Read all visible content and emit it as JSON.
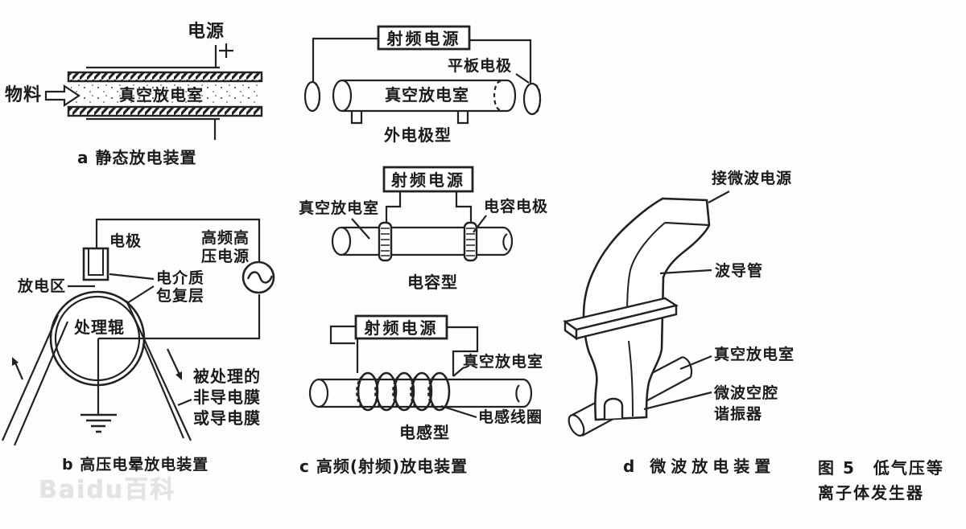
{
  "colors": {
    "ink": "#222222",
    "paper": "#fdfdfc",
    "watermark_gray": "#e3e3e3"
  },
  "watermark": "Baidu百科",
  "figure_caption": "图 5　低气压等\n离子体发生器",
  "sections": {
    "static": {
      "power_label": "电源",
      "material_label": "物料",
      "chamber_label": "真空放电室",
      "caption": "a 静态放电装置"
    },
    "external_electrode": {
      "rf_source": "射频电源",
      "plate_electrode": "平板电极",
      "chamber_label": "真空放电室",
      "caption": "外电极型"
    },
    "capacitive": {
      "rf_source": "射频电源",
      "chamber_label": "真空放电室",
      "electrode_label": "电容电极",
      "caption": "电容型"
    },
    "inductive": {
      "rf_source": "射频电源",
      "chamber_label": "真空放电室",
      "coil_label": "电感线圈",
      "caption": "电感型"
    },
    "corona": {
      "electrode_label": "电极",
      "hv_source_label": "高频高\n压电源",
      "discharge_zone_label": "放电区",
      "dielectric_label": "电介质\n包复层",
      "roller_label": "处理辊",
      "film_label": "被处理的\n非导电膜\n或导电膜",
      "caption": "b 高压电晕放电装置"
    },
    "rf_group_caption": "c 高频(射频)放电装置",
    "microwave": {
      "power_label": "接微波电源",
      "waveguide_label": "波导管",
      "chamber_label": "真空放电室",
      "resonator_label": "微波空腔\n谐振器",
      "caption": "d 微波放电装置"
    }
  }
}
